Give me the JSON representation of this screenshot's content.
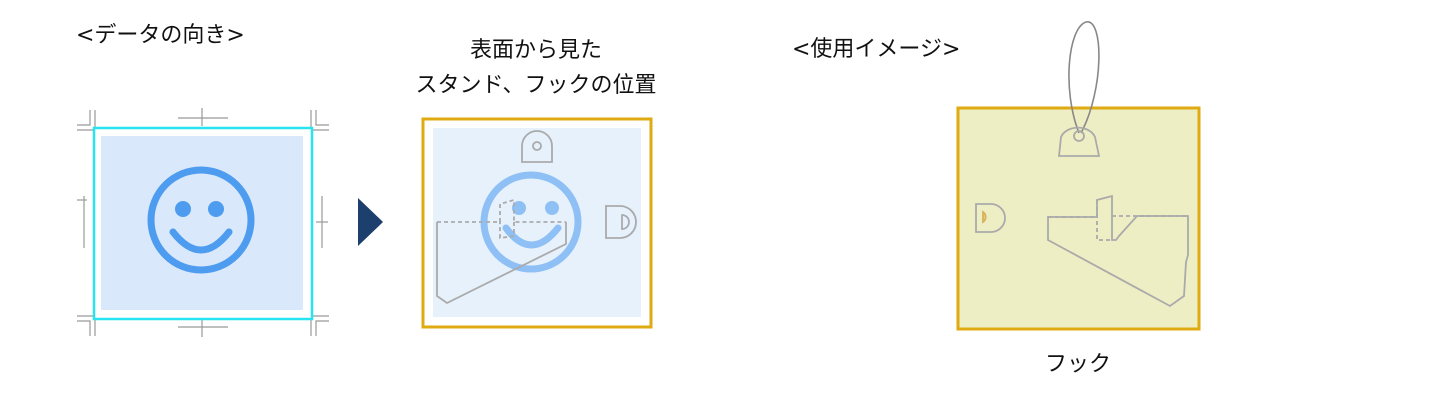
{
  "labels": {
    "data_orientation": "<データの向き>",
    "front_view_line1": "表面から見た",
    "front_view_line2": "スタンド、フックの位置",
    "usage_image": "<使用イメージ>",
    "hook": "フック"
  },
  "colors": {
    "canvas_fill": "#d9e8fa",
    "canvas_border": "#28e4f0",
    "smiley": "#4d9cf0",
    "smiley_faded": "#8ec0f5",
    "arrow": "#1d3f6e",
    "frame_gold": "#dfaa12",
    "front_fill": "#e6f1fc",
    "usage_fill": "#eeeec4",
    "guide_line": "#999999",
    "part_outline": "#aaaaaa",
    "string": "#888888",
    "stand_slot": "#f0d28a"
  },
  "icons": {
    "direction_arrow": "triangle-right-icon",
    "face": "smiley-face-icon"
  }
}
